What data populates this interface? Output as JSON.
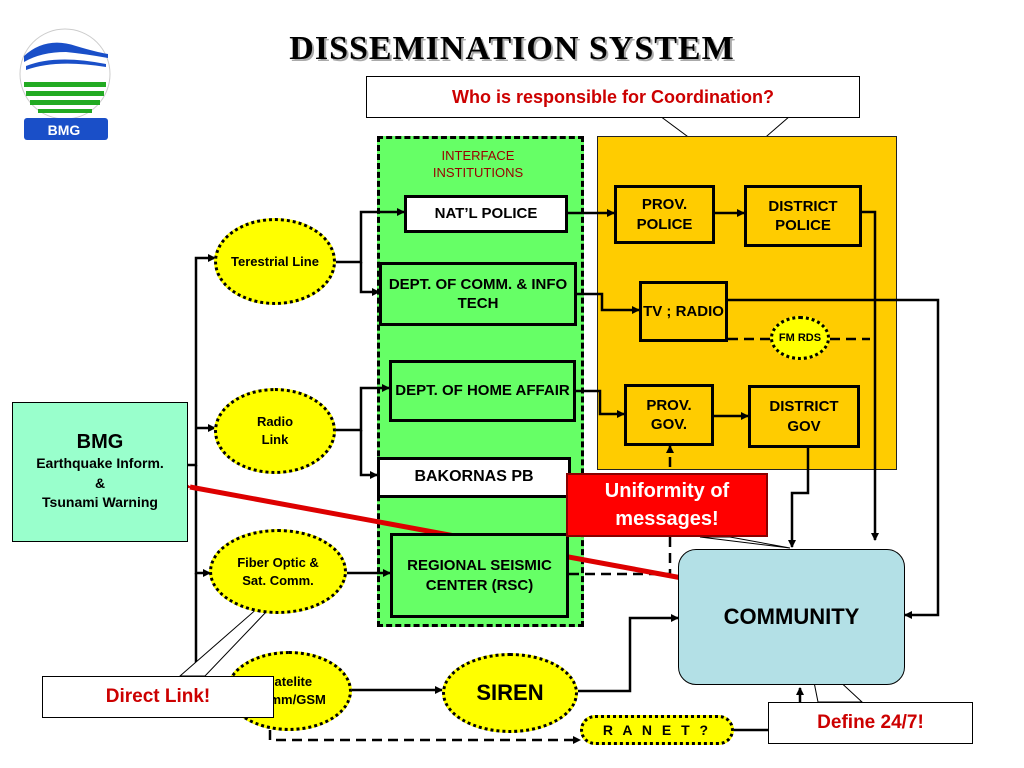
{
  "page_title": "DISSEMINATION   SYSTEM",
  "logo": {
    "text": "BMG",
    "icon": "bmg-logo-icon"
  },
  "callouts": {
    "coordination": "Who is responsible for Coordination?",
    "direct_link": "Direct Link!",
    "define_247": "Define 24/7!",
    "uniformity": "Uniformity of messages!"
  },
  "interface_label": "INTERFACE INSTITUTIONS",
  "bmg_source": {
    "title": "BMG",
    "line1": "Earthquake Inform.",
    "line2": "&",
    "line3": "Tsunami Warning"
  },
  "channels": {
    "terrestrial": "Terestrial Line",
    "radio": "Radio Link",
    "fiber": "Fiber Optic & Sat. Comm.",
    "satelite": "Satelite Comm/GSM"
  },
  "institutions": {
    "natl_police": "NAT’L POLICE",
    "dept_comm": "DEPT. OF COMM. & INFO TECH",
    "dept_home": "DEPT. OF HOME AFFAIR",
    "bakornas": "BAKORNAS PB",
    "rsc": "REGIONAL SEISMIC CENTER  (RSC)"
  },
  "local": {
    "prov_police": "PROV. POLICE",
    "district_police": "DISTRICT POLICE",
    "tv_radio": "TV ; RADIO",
    "fm_rds": "FM RDS",
    "prov_gov": "PROV. GOV.",
    "district_gov": "DISTRICT GOV"
  },
  "siren": "SIREN",
  "ranet": "R A N E T ?",
  "community": "COMMUNITY",
  "colors": {
    "yellow_zone": "#ffcc00",
    "green_zone": "#66ff66",
    "ellipse": "#ffff00",
    "bmg_box": "#99ffcc",
    "community": "#b3e0e6",
    "alert_red": "#ff0000",
    "callout_text": "#cc0000"
  }
}
